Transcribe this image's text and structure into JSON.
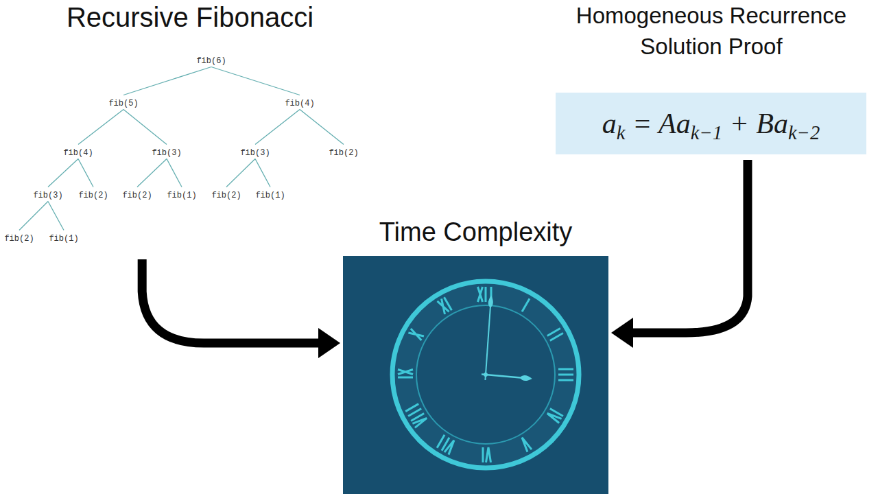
{
  "diagram": {
    "nodes": [
      {
        "text": [
          "Recursive Fibonacci"
        ]
      },
      {
        "text": [
          "fib(6)"
        ],
        "in": 0
      },
      {
        "text": [
          "fib(5)"
        ],
        "in": 0
      },
      {
        "text": [
          "fib(4)"
        ],
        "in": 0
      },
      {
        "text": [
          "fib(4)"
        ],
        "in": 0
      },
      {
        "text": [
          "fib(3)"
        ],
        "in": 0
      },
      {
        "text": [
          "fib(3)"
        ],
        "in": 0
      },
      {
        "text": [
          "fib(2)"
        ],
        "in": 0
      },
      {
        "text": [
          "fib(3)"
        ],
        "in": 0
      },
      {
        "text": [
          "fib(2)"
        ],
        "in": 0
      },
      {
        "text": [
          "fib(2)"
        ],
        "in": 0
      },
      {
        "text": [
          "fib(1)"
        ],
        "in": 0
      },
      {
        "text": [
          "fib(2)"
        ],
        "in": 0
      },
      {
        "text": [
          "fib(1)"
        ],
        "in": 0
      },
      {
        "text": [
          "fib(2)"
        ],
        "in": 0
      },
      {
        "text": [
          "fib(1)"
        ],
        "in": 0
      },
      {
        "text": [
          "Homogeneous Recurrence Solution Proof",
          "ak = Aak−1 + Bak−2"
        ]
      },
      {
        "text": [
          "Time Complexity"
        ]
      }
    ],
    "edges": [
      {
        "from": 1,
        "to": 2,
        "arrow": "none"
      },
      {
        "from": 1,
        "to": 3,
        "arrow": "none"
      },
      {
        "from": 2,
        "to": 4,
        "arrow": "none"
      },
      {
        "from": 2,
        "to": 5,
        "arrow": "none"
      },
      {
        "from": 3,
        "to": 6,
        "arrow": "none"
      },
      {
        "from": 3,
        "to": 7,
        "arrow": "none"
      },
      {
        "from": 4,
        "to": 8,
        "arrow": "none"
      },
      {
        "from": 4,
        "to": 9,
        "arrow": "none"
      },
      {
        "from": 5,
        "to": 10,
        "arrow": "none"
      },
      {
        "from": 5,
        "to": 11,
        "arrow": "none"
      },
      {
        "from": 6,
        "to": 12,
        "arrow": "none"
      },
      {
        "from": 6,
        "to": 13,
        "arrow": "none"
      },
      {
        "from": 8,
        "to": 14,
        "arrow": "none"
      },
      {
        "from": 8,
        "to": 15,
        "arrow": "none"
      },
      {
        "from": 0,
        "to": 17,
        "arrow": "to"
      },
      {
        "from": 16,
        "to": 17,
        "arrow": "to"
      }
    ]
  }
}
